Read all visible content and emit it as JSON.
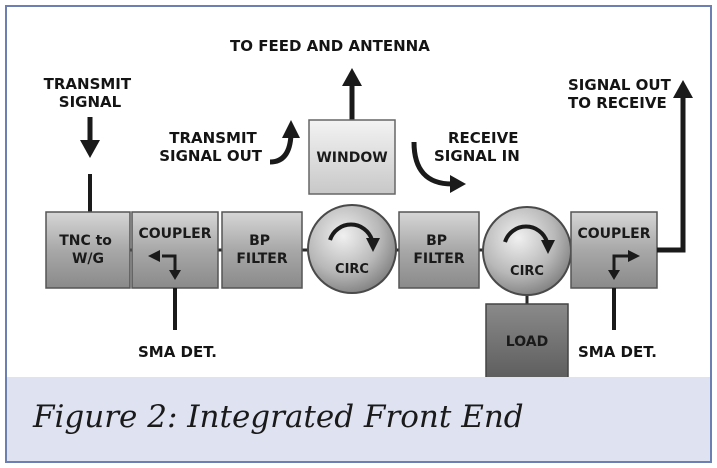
{
  "caption": "Figure 2: Integrated Front End",
  "labels": {
    "transmit_signal": [
      "TRANSMIT",
      "SIGNAL"
    ],
    "to_feed": "TO FEED AND ANTENNA",
    "transmit_signal_out": [
      "TRANSMIT",
      "SIGNAL OUT"
    ],
    "receive_signal_in": [
      "RECEIVE",
      "SIGNAL IN"
    ],
    "signal_out_to_receive": [
      "SIGNAL OUT",
      "TO RECEIVE"
    ],
    "sma_det_left": "SMA DET.",
    "sma_det_right": "SMA DET."
  },
  "blocks": {
    "tnc": [
      "TNC to",
      "W/G"
    ],
    "coupler_left": "COUPLER",
    "bp_filter_left": [
      "BP",
      "FILTER"
    ],
    "window": "WINDOW",
    "circ_left": "CIRC",
    "bp_filter_right": [
      "BP",
      "FILTER"
    ],
    "circ_right": "CIRC",
    "load": "LOAD",
    "coupler_right": "COUPLER"
  }
}
